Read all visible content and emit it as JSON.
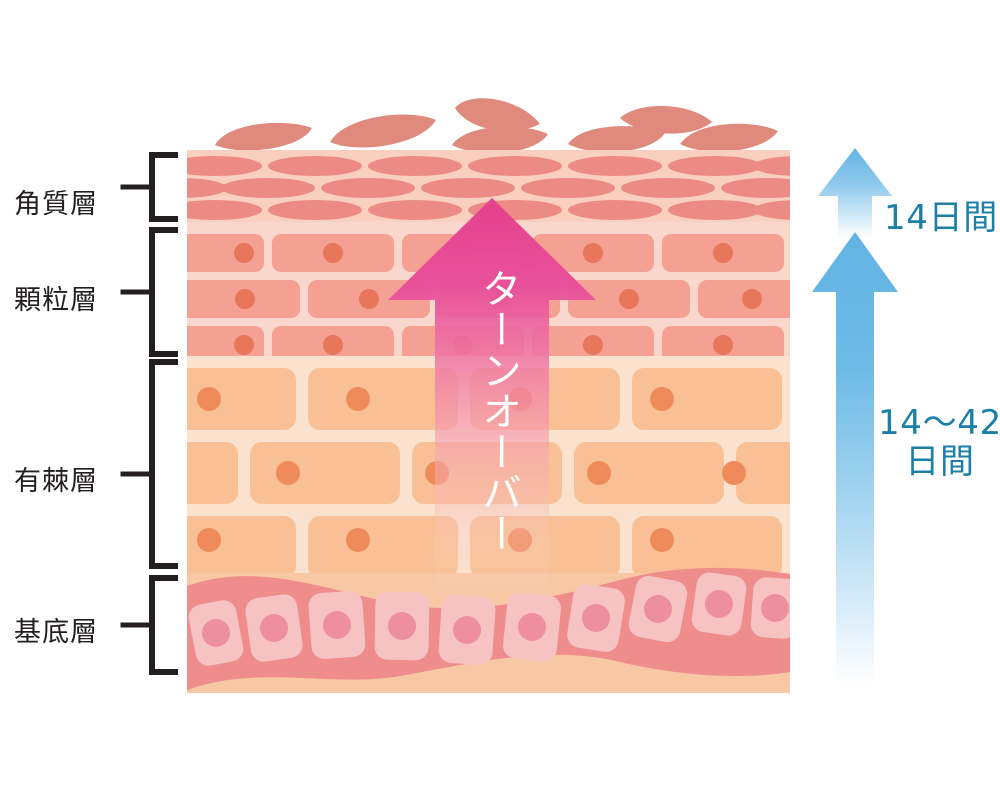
{
  "diagram": {
    "title": "Skin turnover cross-section diagram",
    "layer_labels": [
      {
        "id": "stratum-corneum",
        "label": "角質層"
      },
      {
        "id": "granular-layer",
        "label": "顆粒層"
      },
      {
        "id": "spinous-layer",
        "label": "有棘層"
      },
      {
        "id": "basal-layer",
        "label": "基底層"
      }
    ],
    "turnover_caption": "ターンオーバー",
    "durations": [
      {
        "id": "corneum-duration",
        "label": "14日間"
      },
      {
        "id": "epidermis-duration-line1",
        "label": "14〜42"
      },
      {
        "id": "epidermis-duration-line2",
        "label": "日間"
      }
    ],
    "colors": {
      "pink_arrow_top": "#e5408c",
      "pink_arrow_bottom": "#f8cfc2",
      "blue_arrow_top": "#6ab9e6",
      "blue_arrow_bottom": "#ffffff",
      "duration_text": "#1b7fa8",
      "label_text": "#231f20",
      "flake": "#e08a7d",
      "corneum_bg": "#f8cdbb",
      "corneum_cell": "#ec8a85",
      "granular_bg": "#f7d3c8",
      "granular_cell": "#f4a194",
      "granular_nucleus": "#e8765a",
      "spinous_bg": "#fae0cc",
      "spinous_cell": "#f8c094",
      "spinous_nucleus": "#ef8b5b",
      "basal_band": "#ef8d8d",
      "basal_cell": "#f7c2c2",
      "basal_nucleus": "#ee8fa0",
      "dermis": "#f8c8a5"
    }
  }
}
